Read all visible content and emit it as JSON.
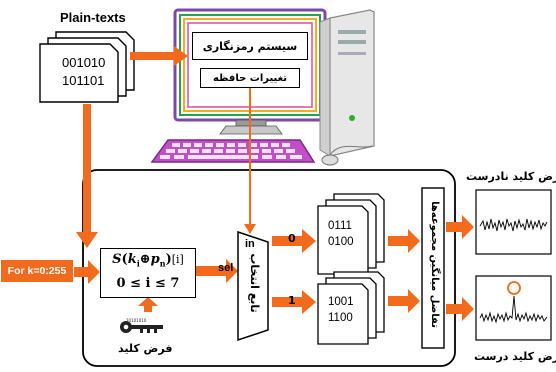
{
  "plaintexts": {
    "title": "Plain-texts",
    "line1": "001010",
    "line2": "101101"
  },
  "computer": {
    "encryption_label": "سیستم رمزنگاری",
    "memory_label": "تغییرات حافظه"
  },
  "loop_label": "For k=0:255",
  "sbox": {
    "formula_s": "S",
    "formula_k": "k",
    "formula_i": "i",
    "formula_xor": "⊕",
    "formula_p": "p",
    "formula_n": "n",
    "formula_index": "[i]",
    "range": "0 ≤ i ≤ 7"
  },
  "key_guess_label": "فرض کلید",
  "key_icon_bits": "10101010",
  "selector": {
    "in_label": "in",
    "sel_label": "sel",
    "function_label": "تابع انتخاب",
    "branch0": "0",
    "branch1": "1"
  },
  "group0": {
    "line1": "0111",
    "line2": "0100"
  },
  "group1": {
    "line1": "1001",
    "line2": "1100"
  },
  "diff_box_label": "تفاضل میانگین مجموعه‌ها",
  "wrong_key_label": "فرض کلید نادرست",
  "right_key_label": "فرض کلید درست",
  "colors": {
    "arrow": "#f26b1d",
    "monitor_frame": "#a04fb0",
    "keyboard": "#c04fc8"
  }
}
